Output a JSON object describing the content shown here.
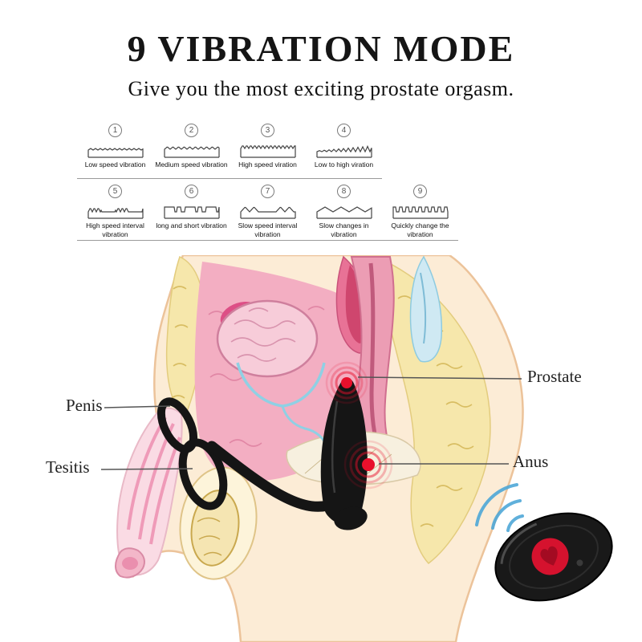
{
  "header": {
    "title": "9 VIBRATION MODE",
    "subtitle": "Give you the most exciting prostate orgasm."
  },
  "modes": [
    {
      "num": "1",
      "label": "Low speed vibration",
      "wave": "low-speed"
    },
    {
      "num": "2",
      "label": "Medium speed vibration",
      "wave": "medium-speed"
    },
    {
      "num": "3",
      "label": "High speed viration",
      "wave": "high-speed"
    },
    {
      "num": "4",
      "label": "Low to high  viration",
      "wave": "low-to-high"
    },
    {
      "num": "5",
      "label": "High speed interval vibration",
      "wave": "high-interval"
    },
    {
      "num": "6",
      "label": "long and short vibration",
      "wave": "long-short"
    },
    {
      "num": "7",
      "label": "Slow speed interval vibration",
      "wave": "slow-interval"
    },
    {
      "num": "8",
      "label": "Slow changes in vibration",
      "wave": "slow-change"
    },
    {
      "num": "9",
      "label": "Quickly change the vibration",
      "wave": "quick-change"
    }
  ],
  "anatomy_labels": {
    "penis": "Penis",
    "tesitis": "Tesitis",
    "prostate": "Prostate",
    "anus": "Anus"
  },
  "icons": {
    "waveform": "vibration-waveform-icon",
    "wireless": "wireless-signal-icon",
    "remote_button": "remote-heart-button"
  },
  "colors": {
    "accent_red": "#e8102c",
    "device_black": "#151515",
    "wifi_blue": "#4fa8d8",
    "skin": "#fcecd6",
    "fat_yellow": "#f6e7ab",
    "tissue_pink": "#f3aec2"
  }
}
